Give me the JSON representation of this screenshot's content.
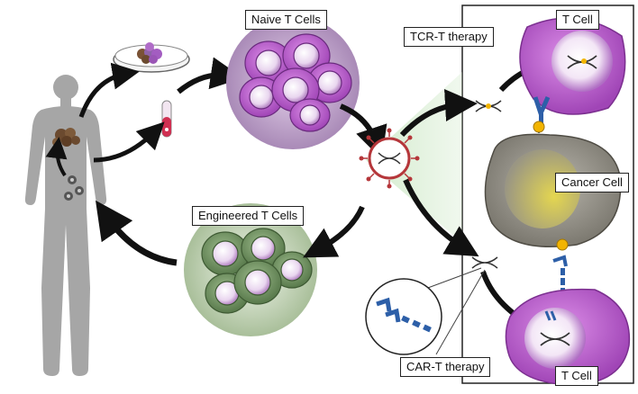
{
  "labels": {
    "naive": "Naive T Cells",
    "engineered": "Engineered  T Cells",
    "tcr": "TCR-T therapy",
    "car": "CAR-T therapy",
    "tcell_top": "T Cell",
    "tcell_bottom": "T Cell",
    "cancer": "Cancer Cell"
  },
  "colors": {
    "tcell": "#cc6ddb",
    "tcell_dark": "#7b2f8f",
    "engineered_cell": "#6f9a5f",
    "cancer_cell": "#9a978e",
    "cancer_nucleus": "#c9c36a",
    "receptor": "#2d5fa8",
    "antigen": "#f2b400",
    "virus": "#b5363a",
    "green_beam": "#cfe9c8",
    "arrow": "#111111"
  },
  "icons": {
    "human": "human-silhouette-icon",
    "petri": "petri-dish-icon",
    "tube": "blood-tube-icon",
    "virus": "viral-vector-icon",
    "dna": "dna-icon",
    "car": "car-receptor-icon"
  }
}
